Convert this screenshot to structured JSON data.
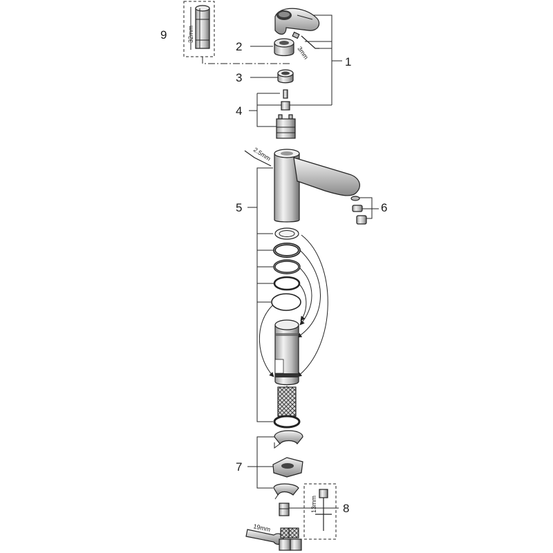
{
  "callouts": {
    "c1": "1",
    "c2": "2",
    "c3": "3",
    "c4": "4",
    "c5": "5",
    "c6": "6",
    "c7": "7",
    "c8": "8",
    "c9": "9"
  },
  "dimensions": {
    "d_3mm": "3mm",
    "d_2_5mm": "2.5mm",
    "d_32mm": "32mm",
    "d_13mm": "13mm",
    "d_19mm": "19mm"
  }
}
